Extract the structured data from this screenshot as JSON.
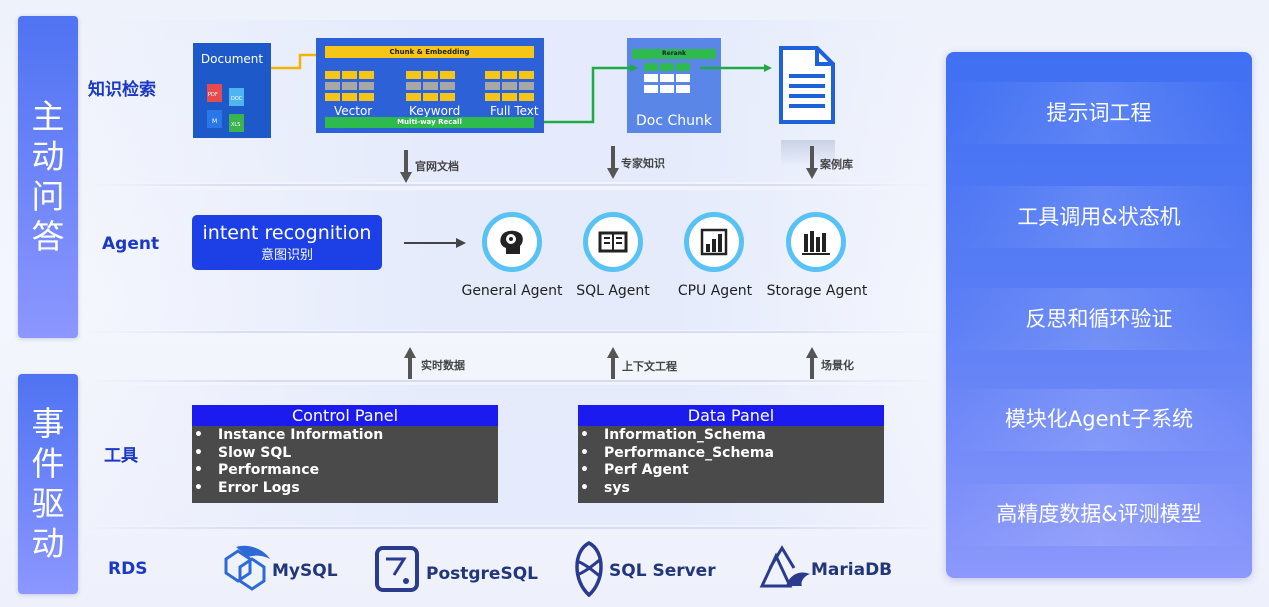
{
  "side_tags": {
    "top": [
      "主",
      "动",
      "问",
      "答"
    ],
    "bottom": [
      "事",
      "件",
      "驱",
      "动"
    ]
  },
  "rows": {
    "knowledge": "知识检索",
    "agent": "Agent",
    "tools": "工具",
    "rds": "RDS"
  },
  "knowledge": {
    "document": "Document",
    "file_types": [
      "PDF",
      "DOC",
      "M",
      "XLS"
    ],
    "chunk_embedding": "Chunk & Embedding",
    "vector": "Vector",
    "keyword": "Keyword",
    "full_text": "Full Text",
    "multi_way_recall": "Multi-way Recall",
    "rerank": "Rerank",
    "doc_chunk": "Doc Chunk"
  },
  "arrows_down": [
    "官网文档",
    "专家知识",
    "案例库"
  ],
  "arrows_up": [
    "实时数据",
    "上下文工程",
    "场景化"
  ],
  "intent": {
    "en": "intent recognition",
    "zh": "意图识别"
  },
  "agents": [
    "General Agent",
    "SQL Agent",
    "CPU Agent",
    "Storage Agent"
  ],
  "agent_icons": [
    "brain-icon",
    "book-icon",
    "bar-chart-icon",
    "storage-bars-icon"
  ],
  "control_panel": {
    "title": "Control Panel",
    "items": [
      "Instance Information",
      "Slow SQL",
      "Performance",
      "Error Logs"
    ]
  },
  "data_panel": {
    "title": "Data Panel",
    "items": [
      "Information_Schema",
      "Performance_Schema",
      "Perf Agent",
      "sys"
    ]
  },
  "databases": [
    "MySQL",
    "PostgreSQL",
    "SQL Server",
    "MariaDB"
  ],
  "right_panel": [
    "提示词工程",
    "工具调用&状态机",
    "反思和循环验证",
    "模块化Agent子系统",
    "高精度数据&评测模型"
  ],
  "colors": {
    "accent": "#1d40e6",
    "light_blue": "#59c2f5",
    "green": "#2fba4d",
    "yellow": "#f5c518"
  }
}
